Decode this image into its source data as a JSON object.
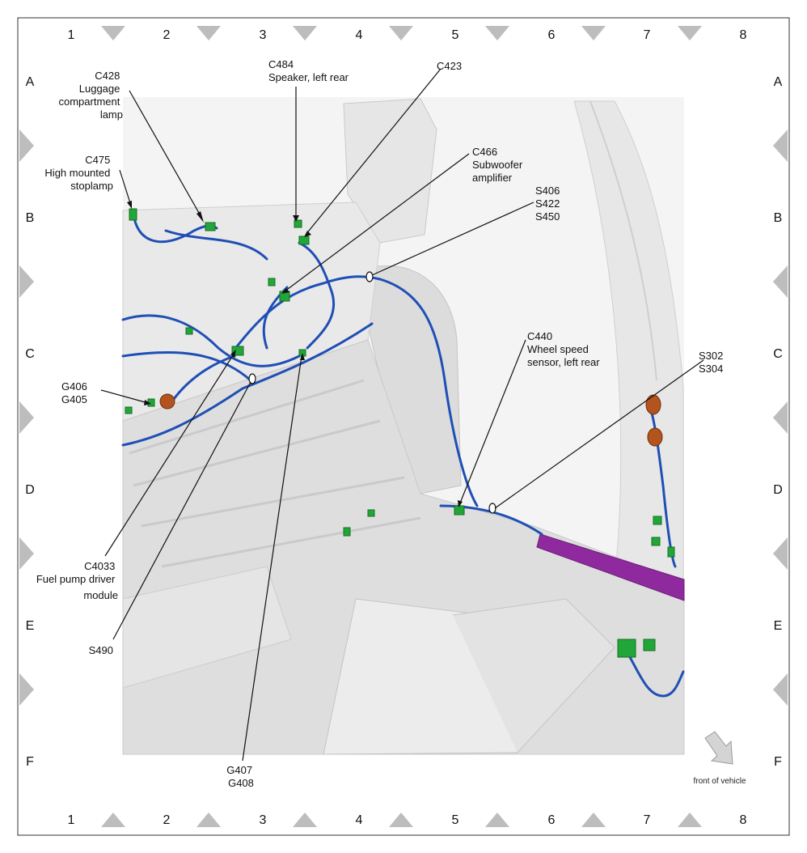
{
  "grid": {
    "columns": [
      "1",
      "2",
      "3",
      "4",
      "5",
      "6",
      "7",
      "8"
    ],
    "rows": [
      "A",
      "B",
      "C",
      "D",
      "E",
      "F"
    ]
  },
  "callouts": {
    "c428": [
      "C428",
      "Luggage",
      "compartment",
      "lamp"
    ],
    "c475": [
      "C475",
      "High mounted",
      "stoplamp"
    ],
    "c484": [
      "C484",
      "Speaker, left rear"
    ],
    "c423": [
      "C423"
    ],
    "c466": [
      "C466",
      "Subwoofer",
      "amplifier"
    ],
    "s406": [
      "S406",
      "S422",
      "S450"
    ],
    "c440": [
      "C440",
      "Wheel speed",
      "sensor, left rear"
    ],
    "s302": [
      "S302",
      "S304"
    ],
    "g406": [
      "G406",
      "G405"
    ],
    "c4033": [
      "C4033",
      "Fuel pump driver",
      "module"
    ],
    "s490": [
      "S490"
    ],
    "g407": [
      "G407",
      "G408"
    ]
  },
  "orientation": {
    "label": "front of vehicle"
  },
  "colors": {
    "harness": "#1f4fb5",
    "connector": "#22a63a",
    "ground": "#b3541e",
    "trim": "#8e2a9e",
    "body": "#e2e2e2"
  }
}
